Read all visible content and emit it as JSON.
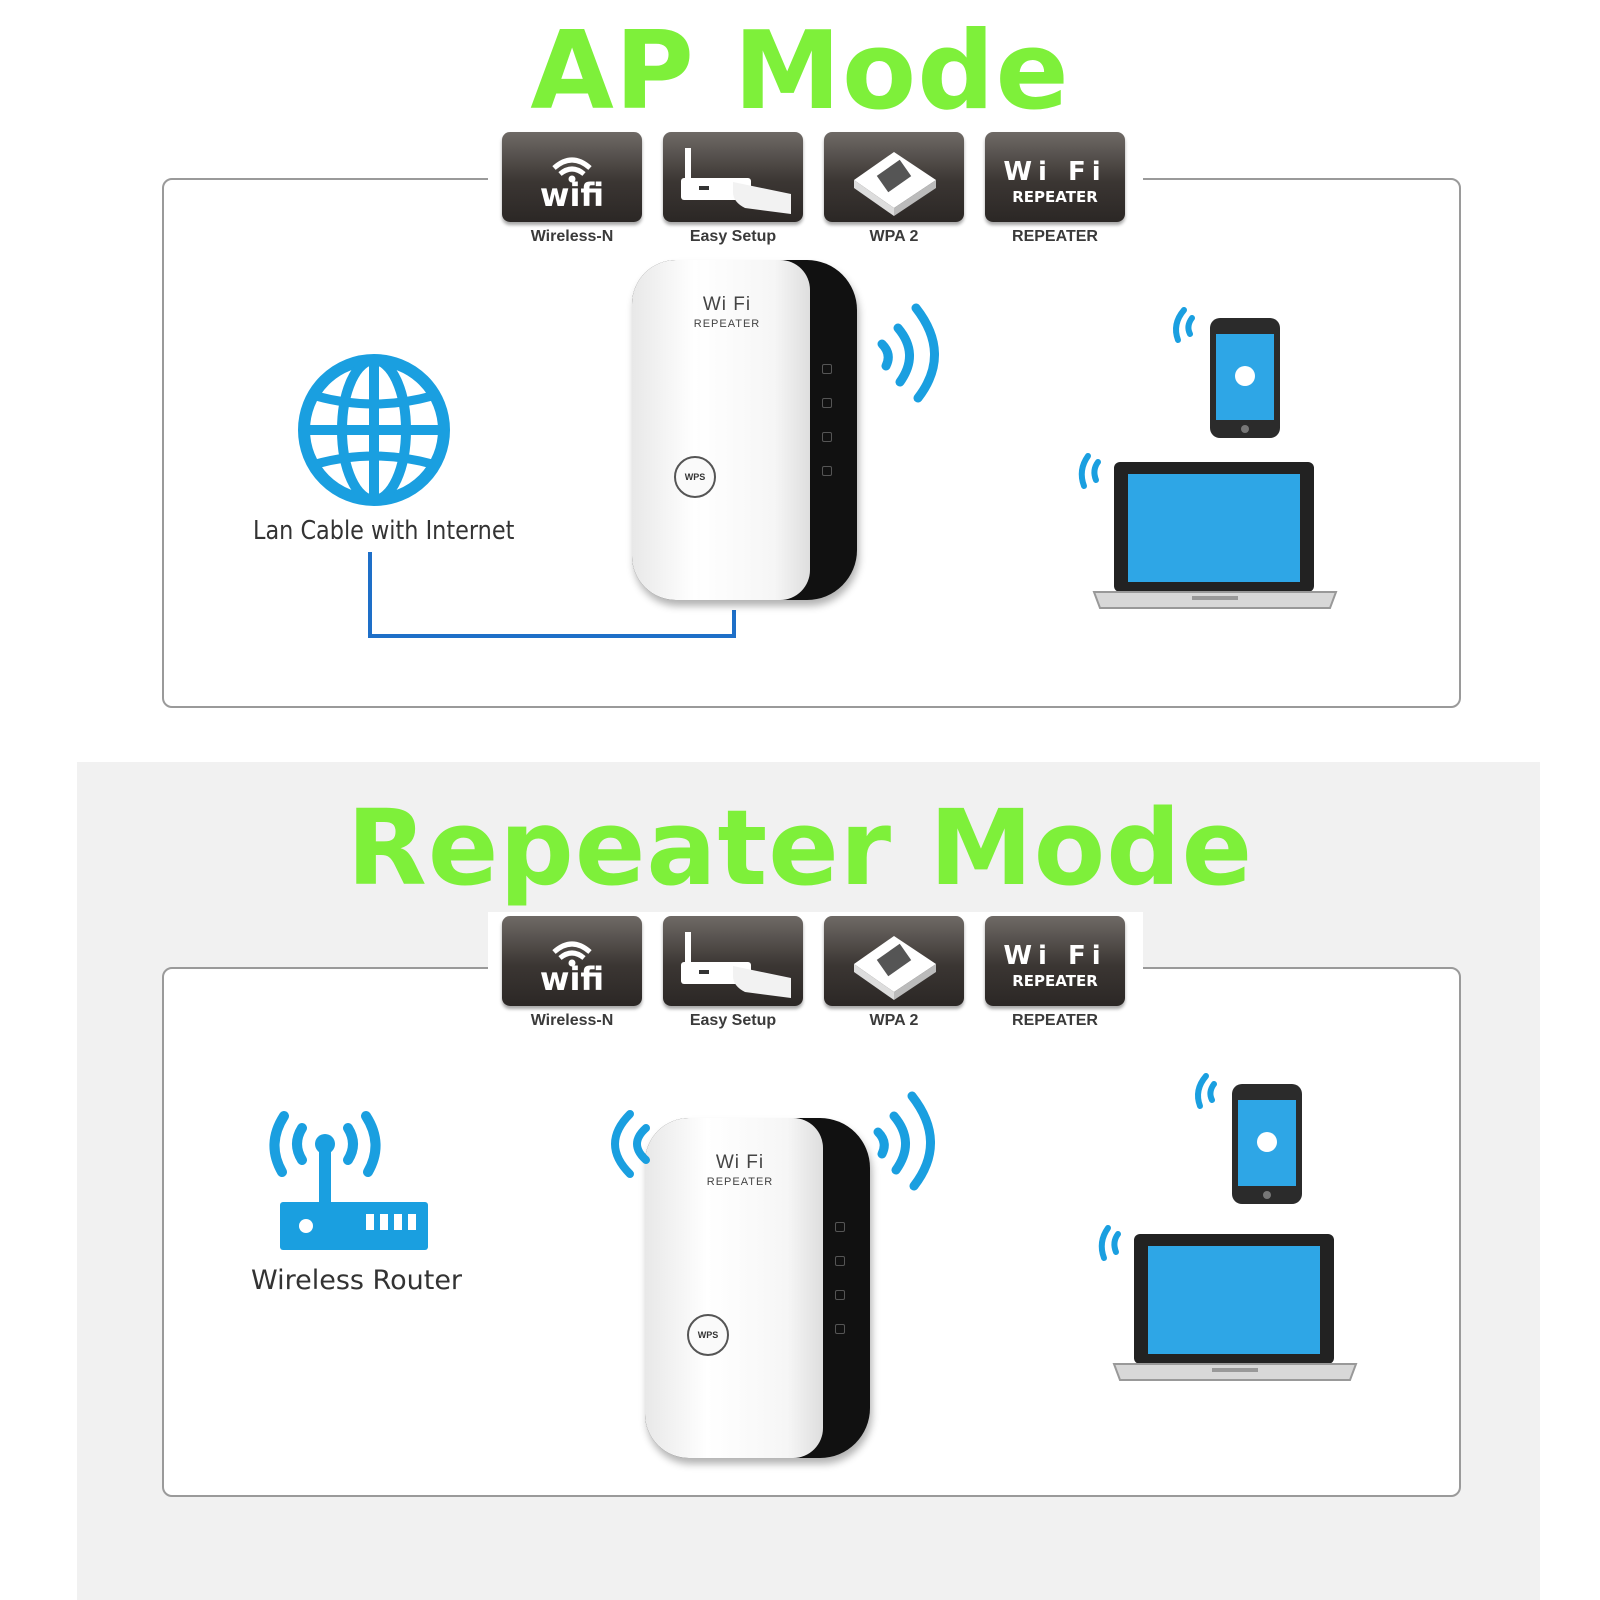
{
  "sections": {
    "ap": {
      "title": "AP Mode",
      "source_label": "Lan Cable with Internet"
    },
    "repeater": {
      "title": "Repeater Mode",
      "source_label": "Wireless Router"
    }
  },
  "badges": [
    {
      "tile_text": "wifi",
      "caption": "Wireless-N",
      "icon": "wifi-icon"
    },
    {
      "tile_text": "",
      "caption": "Easy Setup",
      "icon": "router-hand-icon"
    },
    {
      "tile_text": "",
      "caption": "WPA 2",
      "icon": "wpa2-device-icon"
    },
    {
      "tile_text_top": "Wi Fi",
      "tile_text": "REPEATER",
      "caption": "REPEATER",
      "icon": "wifi-repeater-icon"
    }
  ],
  "device": {
    "logo": "Wi Fi",
    "sub": "REPEATER",
    "button": "WPS"
  },
  "colors": {
    "title_green": "#7ef03a",
    "signal_blue": "#1a9fe0",
    "cable_blue": "#1e6fc8"
  }
}
